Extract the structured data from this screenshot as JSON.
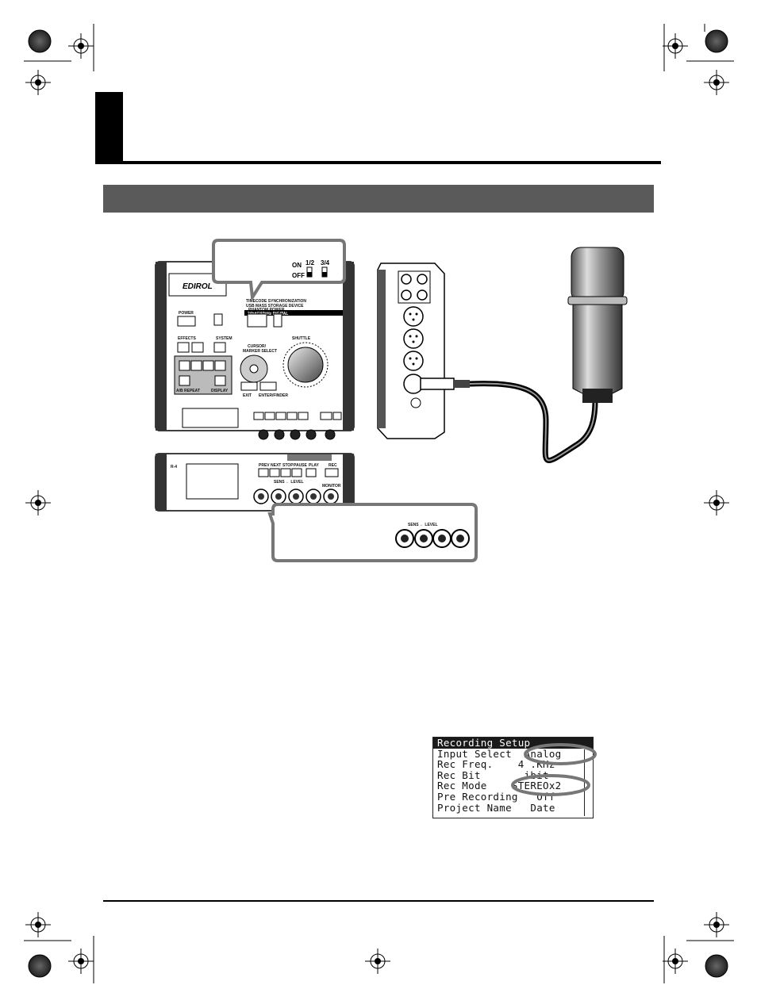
{
  "diagram": {
    "recorder_name": "EDIROL",
    "switch_panel": {
      "on": "ON",
      "off": "OFF",
      "ch12": "1/2",
      "ch34": "3/4"
    },
    "buttons": {
      "power": "POWER",
      "effects": "EFFECTS",
      "system": "SYSTEM",
      "prev": "PREV",
      "next": "NEXT",
      "stop": "STOP",
      "pause": "PAUSE",
      "play": "PLAY",
      "rec": "REC",
      "monitor": "MONITOR",
      "exit": "EXIT",
      "enter": "ENTER/FINDER",
      "cursor": "CURSOR/",
      "marker": "MARKER SELECT",
      "shuttle": "SHUTTLE",
      "display": "DISPLAY",
      "ab_repeat": "A/B REPEAT",
      "phantom": "PHANTOM POWER"
    },
    "header_text": {
      "l1": "TIMECODE SYNCHRONIZATION",
      "l2": "USB MASS STORAGE DEVICE",
      "l3": "24bit/192kHz DIGITAL"
    },
    "level_label": "SENS ← LEVEL",
    "model": "R-4"
  },
  "lcd": {
    "title": "Recording Setup",
    "rows": [
      "Input Select  Analog",
      "Rec Freq.    4 .KHz",
      "Rec Bit       ibit",
      "Rec Mode    STEREOx2",
      "Pre Recording   Off",
      "Project Name   Date"
    ]
  }
}
